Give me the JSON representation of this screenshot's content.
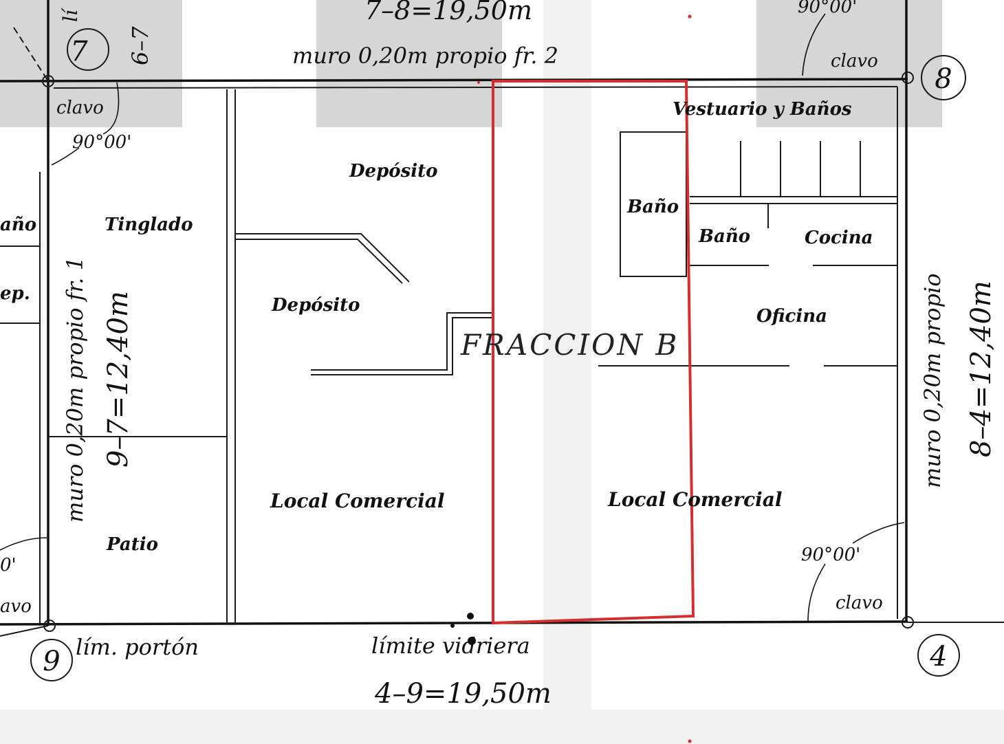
{
  "plan": {
    "top_side": {
      "dimension": "7–8=19,50m",
      "wall": "muro 0,20m propio fr. 2"
    },
    "bottom_side": {
      "dimension": "4–9=19,50m",
      "left_limit": "lím. portón",
      "center_limit": "límite vidriera"
    },
    "left_side": {
      "dimension": "9–7=12,40m",
      "wall": "muro 0,20m propio fr. 1",
      "fragment_top": "6–7",
      "fragment_top2": "lí"
    },
    "right_side": {
      "dimension": "8–4=12,40m",
      "wall": "muro 0,20m propio"
    },
    "vertices": {
      "v7": "7",
      "v8": "8",
      "v9": "9",
      "v4": "4"
    },
    "corner_marks": {
      "clavo_tl": "clavo",
      "angle_tl": "90°00'",
      "clavo_tr": "clavo",
      "angle_tr": "90°00'",
      "clavo_br": "clavo",
      "angle_br": "90°00'",
      "clavo_bl": "avo",
      "angle_bl": "0'"
    },
    "rooms": {
      "deposito_top": "Depósito",
      "deposito_mid": "Depósito",
      "tinglado": "Tinglado",
      "patio": "Patio",
      "local_left": "Local Comercial",
      "local_right": "Local Comercial",
      "vestuario": "Vestuario y Baños",
      "bano_1": "Baño",
      "bano_2": "Baño",
      "cocina": "Cocina",
      "oficina": "Oficina",
      "left_edge_1": "año",
      "left_edge_2": "ep."
    },
    "fraction_label": "FRACCION B",
    "highlight_color": "#d32f2f"
  }
}
